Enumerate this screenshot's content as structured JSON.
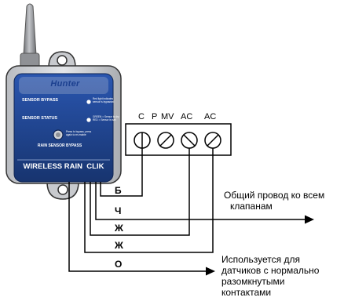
{
  "device": {
    "brand": "Hunter",
    "name": "WIRELESS RAIN  CLIK",
    "sensor_bypass_label": "SENSOR BYPASS",
    "sensor_bypass_note": "Red light indicates sensor is bypassed",
    "sensor_status_label": "SENSOR STATUS",
    "sensor_status_note": "GREEN = Sensor is dry RED = Sensor is wet",
    "bypass_button_note": "Press to bypass, press again to re-enable",
    "rain_sensor_bypass_label": "RAIN SENSOR BYPASS"
  },
  "terminals": [
    "C",
    "P",
    "MV",
    "AC",
    "AC"
  ],
  "wires": [
    {
      "label": "Б"
    },
    {
      "label": "Ч"
    },
    {
      "label": "Ж"
    },
    {
      "label": "Ж"
    },
    {
      "label": "О"
    }
  ],
  "notes": {
    "common_wire": [
      "Общий провод ко всем",
      "клапанам"
    ],
    "normally_open": [
      "Используется для",
      "датчиков с нормально",
      "разомкнутыми",
      "контактами"
    ]
  },
  "colors": {
    "device_body": "#d8dade",
    "device_label_panel": "#1b3f8f",
    "antenna": "#9a9ca0",
    "line": "#000000"
  }
}
